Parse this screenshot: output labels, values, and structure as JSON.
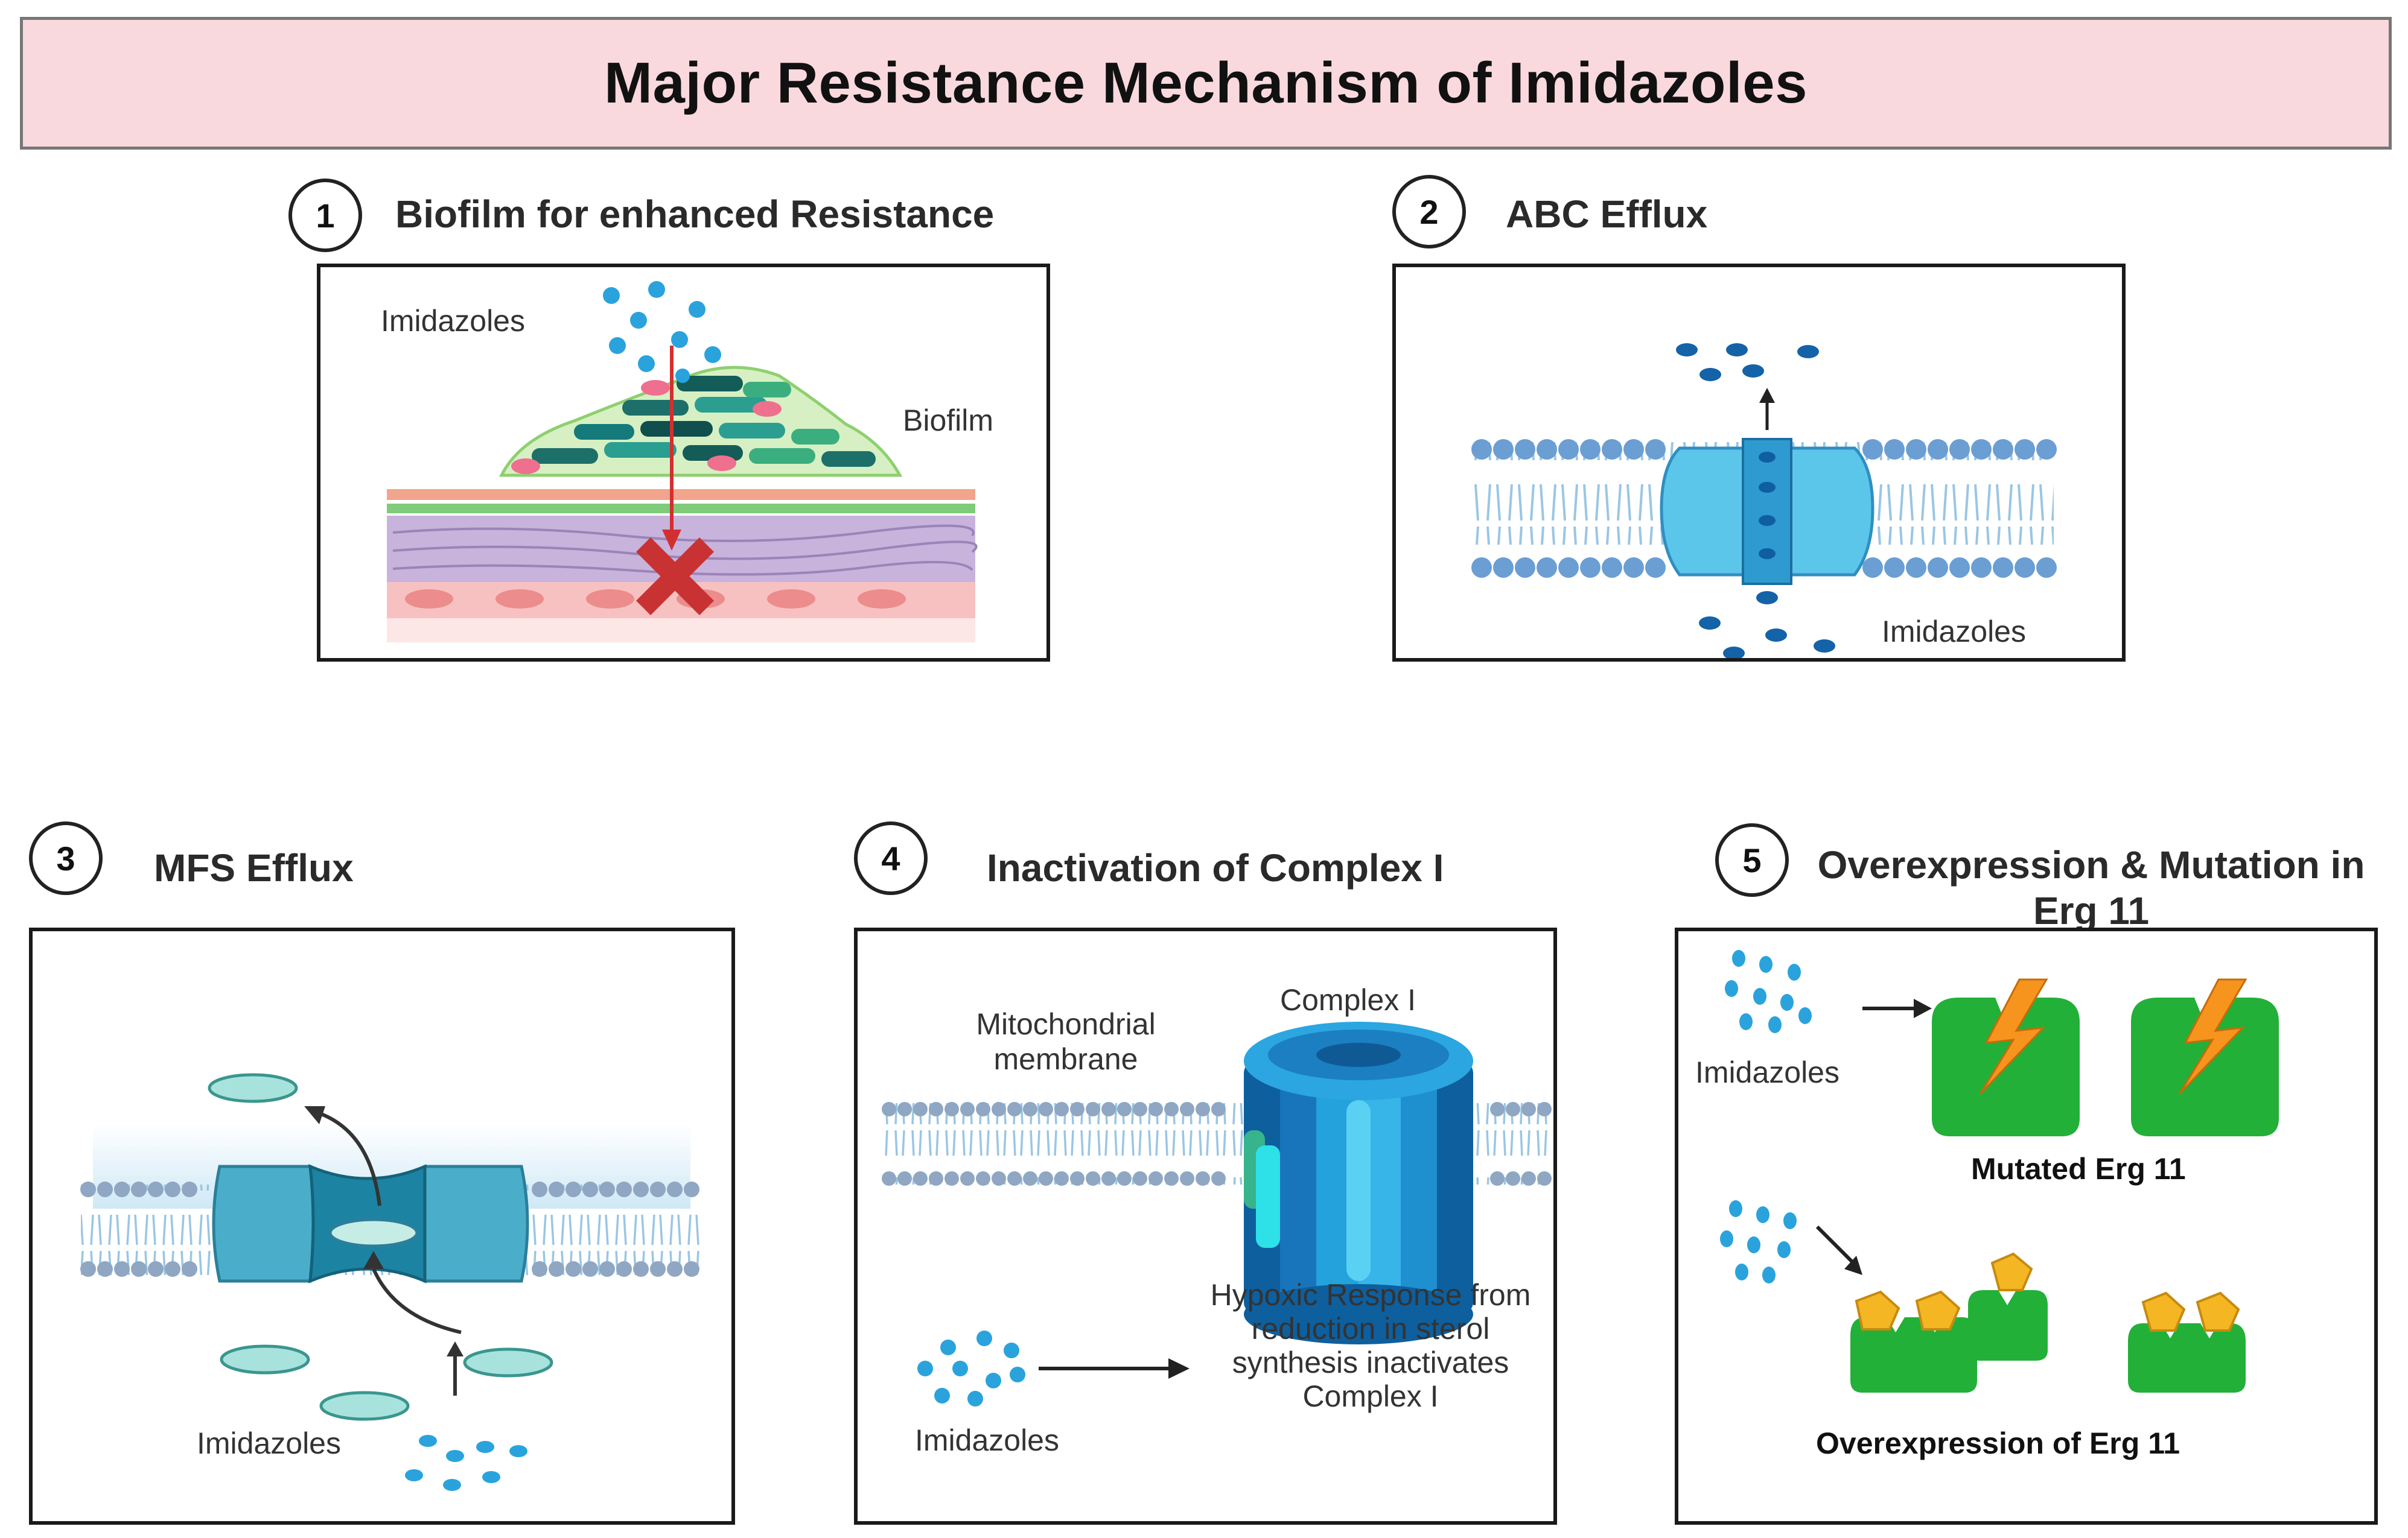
{
  "title": "Major Resistance Mechanism of Imidazoles",
  "panels": [
    {
      "number": "1",
      "heading": "Biofilm for enhanced Resistance",
      "labels": {
        "drug": "Imidazoles",
        "biofilm": "Biofilm"
      }
    },
    {
      "number": "2",
      "heading": "ABC Efflux",
      "labels": {
        "drug": "Imidazoles"
      }
    },
    {
      "number": "3",
      "heading": "MFS Efflux",
      "labels": {
        "drug": "Imidazoles"
      }
    },
    {
      "number": "4",
      "heading": "Inactivation of Complex I",
      "labels": {
        "membrane_line1": "Mitochondrial",
        "membrane_line2": "membrane",
        "complex": "Complex I",
        "drug": "Imidazoles",
        "response_line1": "Hypoxic Response from",
        "response_line2": "reduction in sterol",
        "response_line3": "synthesis inactivates",
        "response_line4": "Complex I"
      }
    },
    {
      "number": "5",
      "heading_line1": "Overexpression & Mutation in",
      "heading_line2": "Erg 11",
      "labels": {
        "drug": "Imidazoles",
        "mutated": "Mutated Erg 11",
        "overexpression": "Overexpression of Erg 11"
      }
    }
  ],
  "colors": {
    "banner": "#f9d9dd",
    "drug_dot": "#2aa3dd",
    "abc_channel": "#5cc6ea",
    "mfs_transporter": "#4aaecb",
    "complex": "#1e8fcf",
    "erg11": "#22b038",
    "lightning": "#f7941d",
    "pentagon": "#f5b623",
    "inhibit_x": "#c83232",
    "arrow_red": "#d23030"
  }
}
